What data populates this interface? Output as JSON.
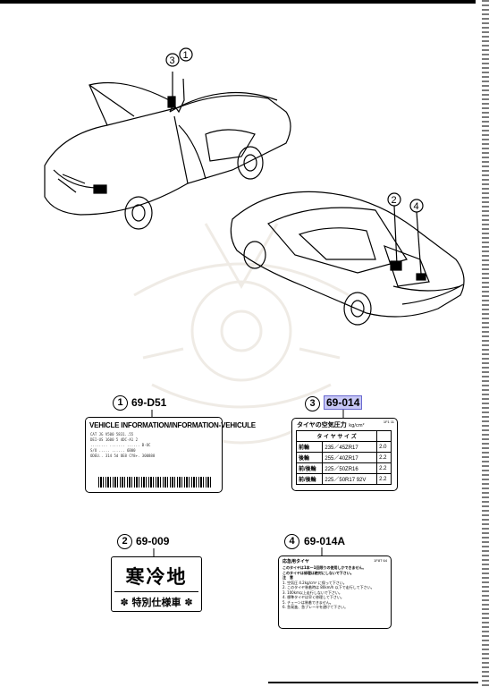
{
  "callouts": [
    {
      "num": "1",
      "part_no": "69-D51"
    },
    {
      "num": "2",
      "part_no": "69-009"
    },
    {
      "num": "3",
      "part_no": "69-014"
    },
    {
      "num": "4",
      "part_no": "69-014A"
    }
  ],
  "car_callouts": {
    "front": [
      "3",
      "1"
    ],
    "rear": [
      "2",
      "4"
    ]
  },
  "vin_label": {
    "title": "VEHICLE INFORMATION/INFORMATION-VEHICULE",
    "rows": [
      "CAT   JG    V500   5831..55",
      "DEI-US 1600  5   4DC-A1  2",
      "........  .......  ...... B-OC",
      "S/O   .....   ......  6B00",
      "ODEU.. 314   5d  OE8  CY8+. 300888"
    ]
  },
  "tire_label": {
    "header": "タイヤの空気圧力",
    "unit": "kg/cm²",
    "code": "1F1 11",
    "subheader": "タ イ ヤ サ イ ズ",
    "rows": [
      {
        "pos": "前輪",
        "size": "235／45ZR17",
        "psi": "2.0"
      },
      {
        "pos": "後輪",
        "size": "255／40ZR17",
        "psi": "2.2"
      },
      {
        "pos": "前/後輪",
        "size": "225／50ZR16",
        "psi": "2.2"
      },
      {
        "pos": "前/後輪",
        "size": "225／50R17 92V",
        "psi": "2.2"
      }
    ]
  },
  "cold_label": {
    "main": "寒冷地",
    "sub": "✽ 特別仕様車 ✽"
  },
  "spare_label": {
    "title": "応急用タイヤ",
    "code": "1F8T 64",
    "lines": [
      "このタイヤは1本ー1回限りの使用しかできません。",
      "このタイヤは修理は絶対にしないで下さい。",
      "注　意",
      "1. 空気圧 4.2kg/cm² に保って下さい。",
      "2. このタイヤ装着時は 80km/h 以下で走行して下さい。",
      "3. 100km以上走行しないで下さい。",
      "4. 標準タイヤは早く修理して下さい。",
      "5. チェーンは装着できません。",
      "6. 急発進、急ブレーキを避けて下さい。"
    ]
  }
}
